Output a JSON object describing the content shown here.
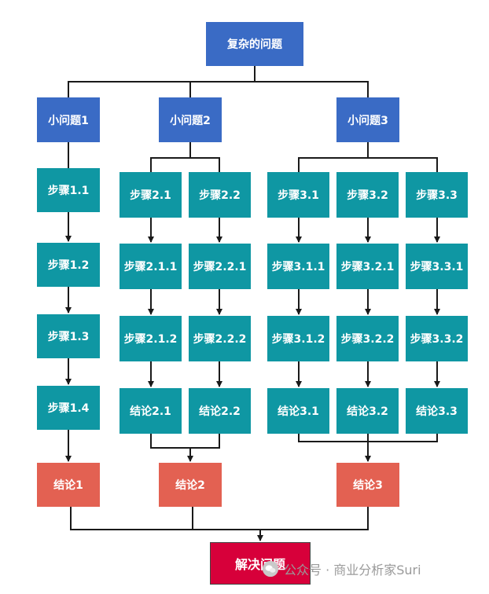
{
  "colors": {
    "blue": "#3a6bc5",
    "teal": "#0f97a3",
    "red": "#e36152",
    "crimson": "#d7003a",
    "line": "#1a1a1a"
  },
  "root": "复杂的问题",
  "subproblems": [
    "小问题1",
    "小问题2",
    "小问题3"
  ],
  "steps": {
    "s1_1": "步骤1.1",
    "s1_2": "步骤1.2",
    "s1_3": "步骤1.3",
    "s1_4": "步骤1.4",
    "s2_1": "步骤2.1",
    "s2_2": "步骤2.2",
    "s2_1_1": "步骤2.1.1",
    "s2_2_1": "步骤2.2.1",
    "s2_1_2": "步骤2.1.2",
    "s2_2_2": "步骤2.2.2",
    "s3_1": "步骤3.1",
    "s3_2": "步骤3.2",
    "s3_3": "步骤3.3",
    "s3_1_1": "步骤3.1.1",
    "s3_2_1": "步骤3.2.1",
    "s3_3_1": "步骤3.3.1",
    "s3_1_2": "步骤3.1.2",
    "s3_2_2": "步骤3.2.2",
    "s3_3_2": "步骤3.3.2"
  },
  "sub_conclusions": {
    "c2_1": "结论2.1",
    "c2_2": "结论2.2",
    "c3_1": "结论3.1",
    "c3_2": "结论3.2",
    "c3_3": "结论3.3"
  },
  "conclusions": [
    "结论1",
    "结论2",
    "结论3"
  ],
  "final": "解决问题",
  "watermark": {
    "icon": "wechat-icon",
    "text": "公众号 · 商业分析家Suri"
  }
}
